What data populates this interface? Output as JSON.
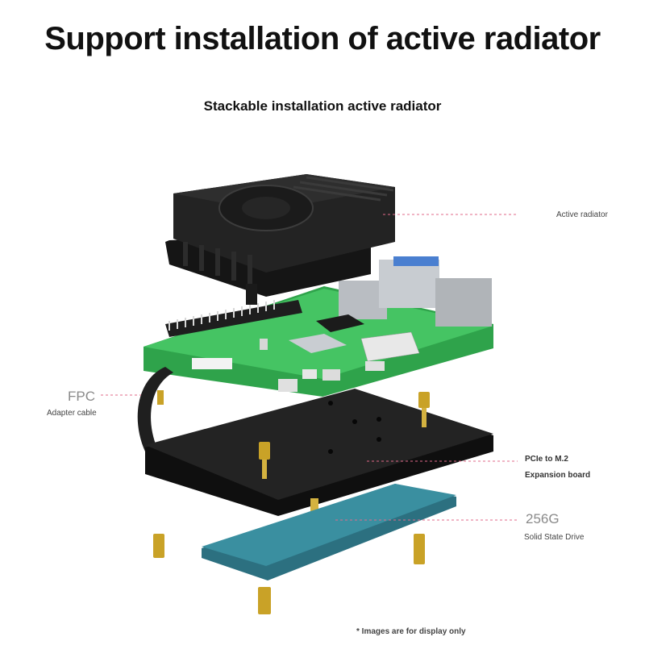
{
  "title": "Support installation of active radiator",
  "subtitle": "Stackable installation active radiator",
  "callouts": {
    "active_radiator": "Active radiator",
    "fpc": "FPC",
    "adapter_cable": "Adapter cable",
    "pcie_to_m2": "PCIe to M.2",
    "expansion_board": "Expansion board",
    "ssd_capacity": "256G",
    "ssd_label": "Solid State Drive"
  },
  "footnote": "* Images are for display only",
  "colors": {
    "board_green": "#3fbf5a",
    "heatsink": "#1c1c1c",
    "expansion": "#161616",
    "ssd": "#3a8fa0",
    "brass": "#c9a227",
    "leader": "#e06a8a"
  }
}
